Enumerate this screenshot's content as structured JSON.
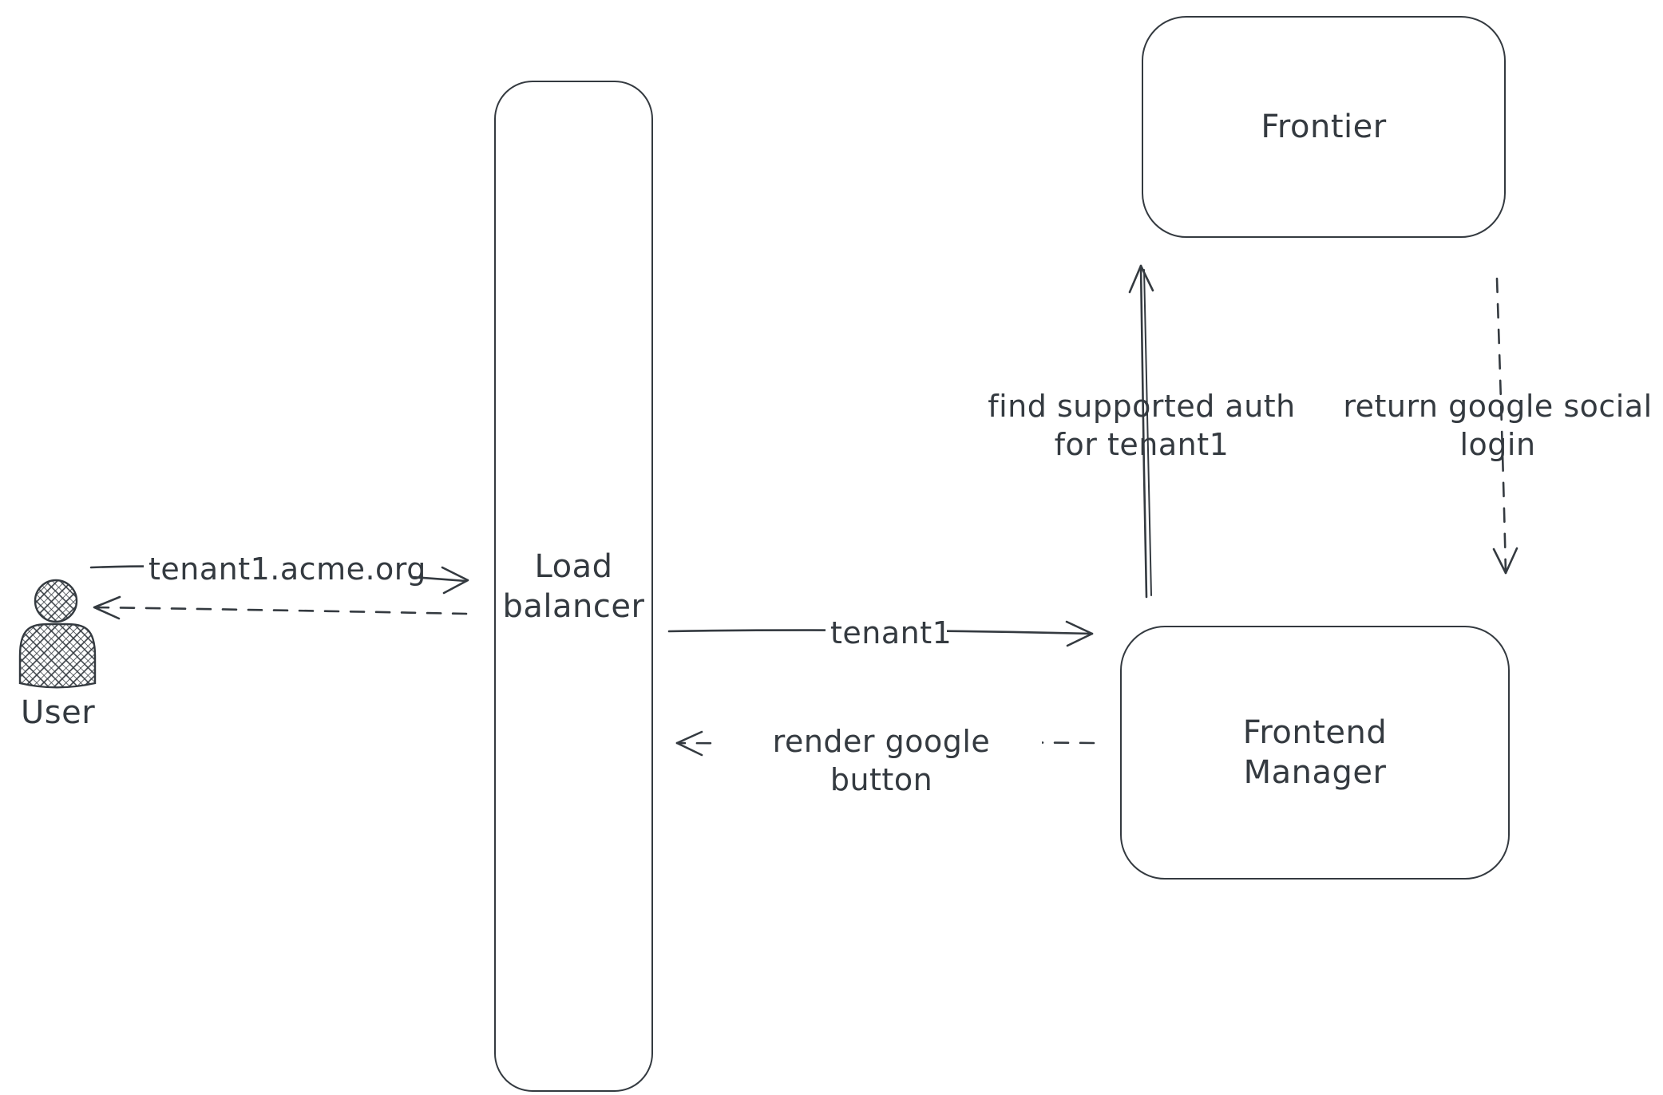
{
  "colors": {
    "stroke": "#343a40",
    "canvas_background": "#ffffff",
    "hatch_fill": "#dcdcdc"
  },
  "nodes": {
    "user": {
      "label": "User"
    },
    "load_balancer": {
      "label": "Load\nbalancer"
    },
    "frontier": {
      "label": "Frontier"
    },
    "frontend_manager": {
      "label": "Frontend\nManager"
    }
  },
  "edges": {
    "user_to_load_balancer": {
      "label": "tenant1.acme.org",
      "line": "solid",
      "direction": "right"
    },
    "load_balancer_to_user": {
      "line": "dashed",
      "direction": "left"
    },
    "load_balancer_to_frontend_manager": {
      "label": "tenant1",
      "line": "solid",
      "direction": "right"
    },
    "frontend_manager_to_load_balancer": {
      "label": "render google button",
      "line": "dashed",
      "direction": "left"
    },
    "frontend_manager_to_frontier": {
      "label": "find supported auth\nfor tenant1",
      "line": "solid",
      "direction": "up"
    },
    "frontier_to_frontend_manager": {
      "label": "return google social\nlogin",
      "line": "dashed",
      "direction": "down"
    }
  }
}
